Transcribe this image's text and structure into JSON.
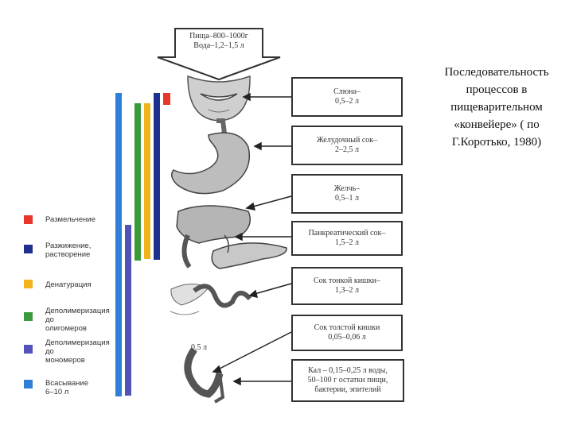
{
  "title": "Последовательность процессов в пищеварительном «конвейере» ( по Г.Коротько, 1980)",
  "intake": {
    "line1": "Пища–800–1000г",
    "line2": "Вода–1,2–1,5 л"
  },
  "boxes": [
    {
      "line1": "Слюна–",
      "line2": "0,5–2 л"
    },
    {
      "line1": "Желудочный сок–",
      "line2": "2–2,5 л"
    },
    {
      "line1": "Желчь–",
      "line2": "0,5–1 л"
    },
    {
      "line1": "Панкреатический сок–",
      "line2": "1,5–2 л"
    },
    {
      "line1": "Сок тонкой кишки–",
      "line2": "1,3–2 л"
    },
    {
      "line1": "Сок толстой кишки",
      "line2": "0,05–0,06 л"
    },
    {
      "line1": "Кал – 0,15–0,25 л воды,",
      "line2": "50–100 г остатки пищи,",
      "line3": "бактерии, эпителий"
    }
  ],
  "volume_label": "0,5 л",
  "legend": [
    {
      "label": "Размельчение",
      "color": "#e8362b"
    },
    {
      "label": "Разжижение, растворение",
      "color": "#1f2f8f"
    },
    {
      "label": "Денатурация",
      "color": "#f2b21b"
    },
    {
      "label": "Деполимеризация до олигомеров",
      "color": "#3a9a3a"
    },
    {
      "label": "Деполимеризация до мономеров",
      "color": "#5252b8"
    },
    {
      "label": "Всасывание 6–10 л",
      "color": "#2f7fd8"
    }
  ]
}
